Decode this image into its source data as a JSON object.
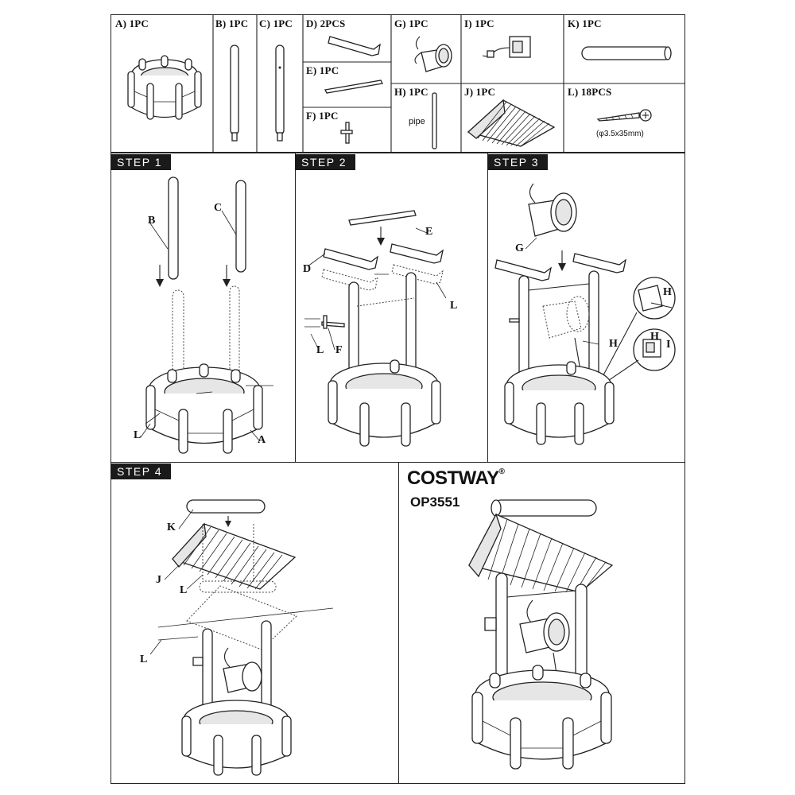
{
  "parts": [
    {
      "id": "A",
      "label": "A) 1PC"
    },
    {
      "id": "B",
      "label": "B) 1PC"
    },
    {
      "id": "C",
      "label": "C) 1PC"
    },
    {
      "id": "D",
      "label": "D) 2PCS"
    },
    {
      "id": "E",
      "label": "E) 1PC"
    },
    {
      "id": "F",
      "label": "F) 1PC"
    },
    {
      "id": "G",
      "label": "G) 1PC"
    },
    {
      "id": "H",
      "label": "H) 1PC",
      "note": "pipe"
    },
    {
      "id": "I",
      "label": "I) 1PC"
    },
    {
      "id": "J",
      "label": "J) 1PC"
    },
    {
      "id": "K",
      "label": "K) 1PC"
    },
    {
      "id": "L",
      "label": "L) 18PCS",
      "note": "(φ3.5x35mm)"
    }
  ],
  "steps": [
    {
      "label": "STEP 1",
      "callouts": [
        "B",
        "C",
        "L",
        "A"
      ]
    },
    {
      "label": "STEP 2",
      "callouts": [
        "E",
        "D",
        "L",
        "L",
        "F"
      ]
    },
    {
      "label": "STEP 3",
      "callouts": [
        "G",
        "H",
        "H",
        "H",
        "I"
      ]
    },
    {
      "label": "STEP 4",
      "callouts": [
        "K",
        "J",
        "L",
        "L"
      ]
    }
  ],
  "brand": {
    "name": "COSTWAY",
    "registered": "®",
    "model": "OP3551"
  },
  "icons": [
    "arrow-down-icon",
    "screw-icon",
    "pump-icon",
    "bucket-icon"
  ]
}
